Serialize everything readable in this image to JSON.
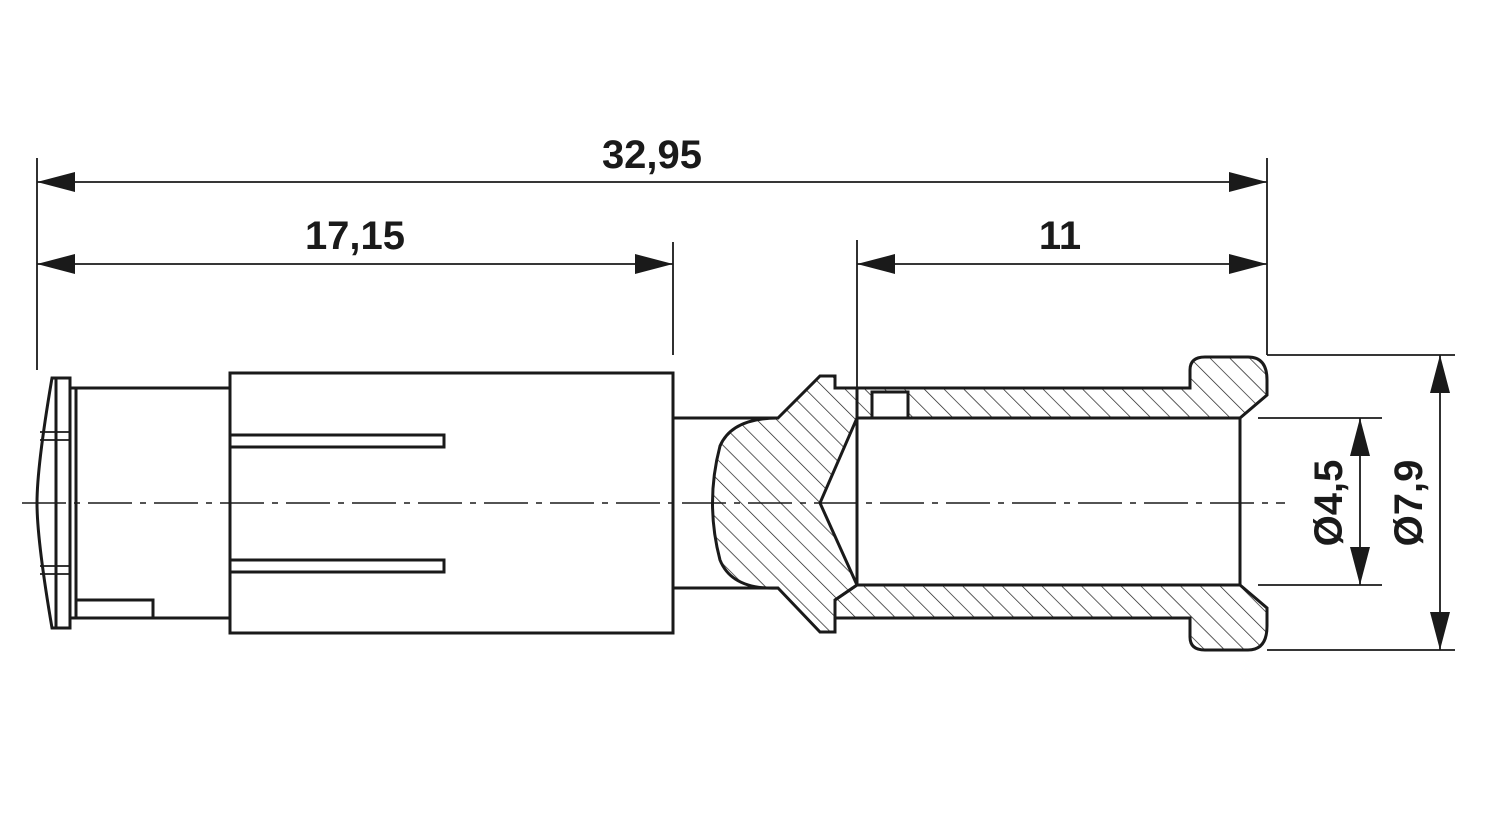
{
  "drawing": {
    "dimensions": {
      "overall_length": "32,95",
      "front_length": "17,15",
      "sleeve_length": "11",
      "inner_diameter": "Ø4,5",
      "outer_diameter": "Ø7,9"
    },
    "colors": {
      "line": "#1a1a1a",
      "background": "#ffffff"
    }
  }
}
